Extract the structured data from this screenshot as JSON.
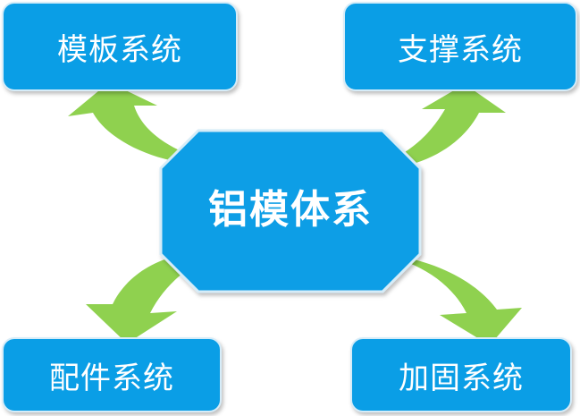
{
  "center": {
    "label": "铝模体系"
  },
  "nodes": {
    "top_left": "模板系统",
    "top_right": "支撑系统",
    "bottom_left": "配件系统",
    "bottom_right": "加固系统"
  },
  "colors": {
    "box_fill": "#0a9ee6",
    "box_border": "#d6ecf8",
    "arrow": "#8fd14f",
    "text": "#ffffff"
  }
}
